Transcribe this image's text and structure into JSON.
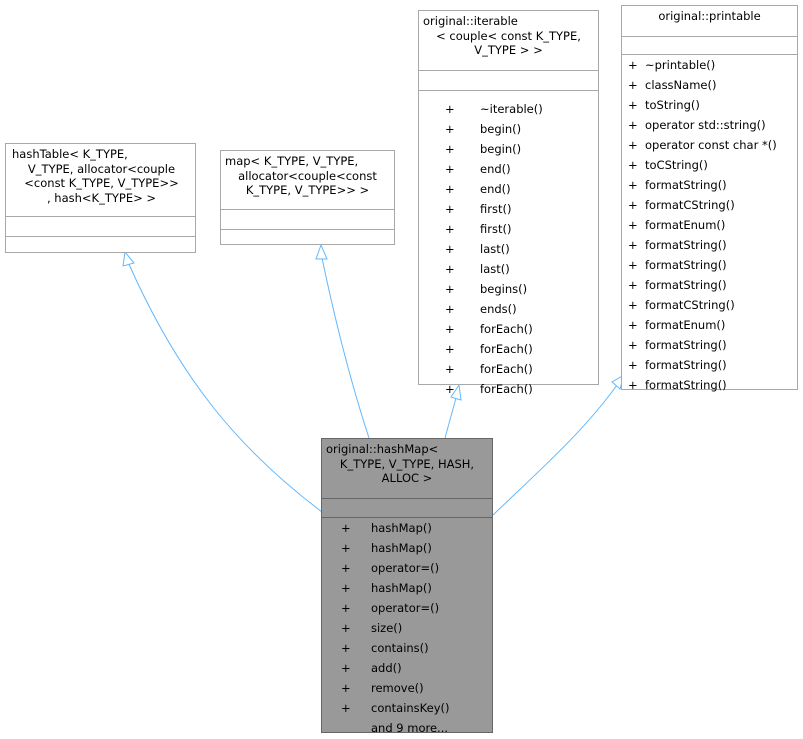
{
  "colors": {
    "edge": "#63b8ff",
    "border": "#a8a8a8",
    "main_fill": "#999999",
    "main_border": "#666666"
  },
  "hashtable": {
    "title": [
      "hashTable< K_TYPE,",
      "V_TYPE, allocator<couple",
      "<const K_TYPE, V_TYPE>>",
      ", hash<K_TYPE>  >"
    ]
  },
  "map": {
    "title": [
      "map< K_TYPE, V_TYPE,",
      "allocator<couple<const",
      "K_TYPE, V_TYPE>>  >"
    ]
  },
  "iterable": {
    "title": [
      "original::iterable",
      "< couple< const K_TYPE,",
      "V_TYPE > >"
    ],
    "members": [
      {
        "vis": "+",
        "name": "~iterable()"
      },
      {
        "vis": "+",
        "name": "begin()"
      },
      {
        "vis": "+",
        "name": "begin()"
      },
      {
        "vis": "+",
        "name": "end()"
      },
      {
        "vis": "+",
        "name": "end()"
      },
      {
        "vis": "+",
        "name": "first()"
      },
      {
        "vis": "+",
        "name": "first()"
      },
      {
        "vis": "+",
        "name": "last()"
      },
      {
        "vis": "+",
        "name": "last()"
      },
      {
        "vis": "+",
        "name": "begins()"
      },
      {
        "vis": "+",
        "name": "ends()"
      },
      {
        "vis": "+",
        "name": "forEach()"
      },
      {
        "vis": "+",
        "name": "forEach()"
      },
      {
        "vis": "+",
        "name": "forEach()"
      },
      {
        "vis": "+",
        "name": "forEach()"
      }
    ]
  },
  "printable": {
    "title": [
      "original::printable"
    ],
    "members": [
      {
        "vis": "+",
        "name": "~printable()"
      },
      {
        "vis": "+",
        "name": "className()"
      },
      {
        "vis": "+",
        "name": "toString()"
      },
      {
        "vis": "+",
        "name": "operator std::string()"
      },
      {
        "vis": "+",
        "name": "operator const char *()"
      },
      {
        "vis": "+",
        "name": "toCString()"
      },
      {
        "vis": "+",
        "name": "formatString()"
      },
      {
        "vis": "+",
        "name": "formatCString()"
      },
      {
        "vis": "+",
        "name": "formatEnum()"
      },
      {
        "vis": "+",
        "name": "formatString()"
      },
      {
        "vis": "+",
        "name": "formatString()"
      },
      {
        "vis": "+",
        "name": "formatString()"
      },
      {
        "vis": "+",
        "name": "formatCString()"
      },
      {
        "vis": "+",
        "name": "formatEnum()"
      },
      {
        "vis": "+",
        "name": "formatString()"
      },
      {
        "vis": "+",
        "name": "formatString()"
      },
      {
        "vis": "+",
        "name": "formatString()"
      }
    ]
  },
  "hashmap": {
    "title": [
      "original::hashMap<",
      "K_TYPE, V_TYPE, HASH,",
      "ALLOC >"
    ],
    "members": [
      {
        "vis": "+",
        "name": "hashMap()"
      },
      {
        "vis": "+",
        "name": "hashMap()"
      },
      {
        "vis": "+",
        "name": "operator=()"
      },
      {
        "vis": "+",
        "name": "hashMap()"
      },
      {
        "vis": "+",
        "name": "operator=()"
      },
      {
        "vis": "+",
        "name": "size()"
      },
      {
        "vis": "+",
        "name": "contains()"
      },
      {
        "vis": "+",
        "name": "add()"
      },
      {
        "vis": "+",
        "name": "remove()"
      },
      {
        "vis": "+",
        "name": "containsKey()"
      },
      {
        "vis": "",
        "name": "and 9 more..."
      }
    ]
  }
}
